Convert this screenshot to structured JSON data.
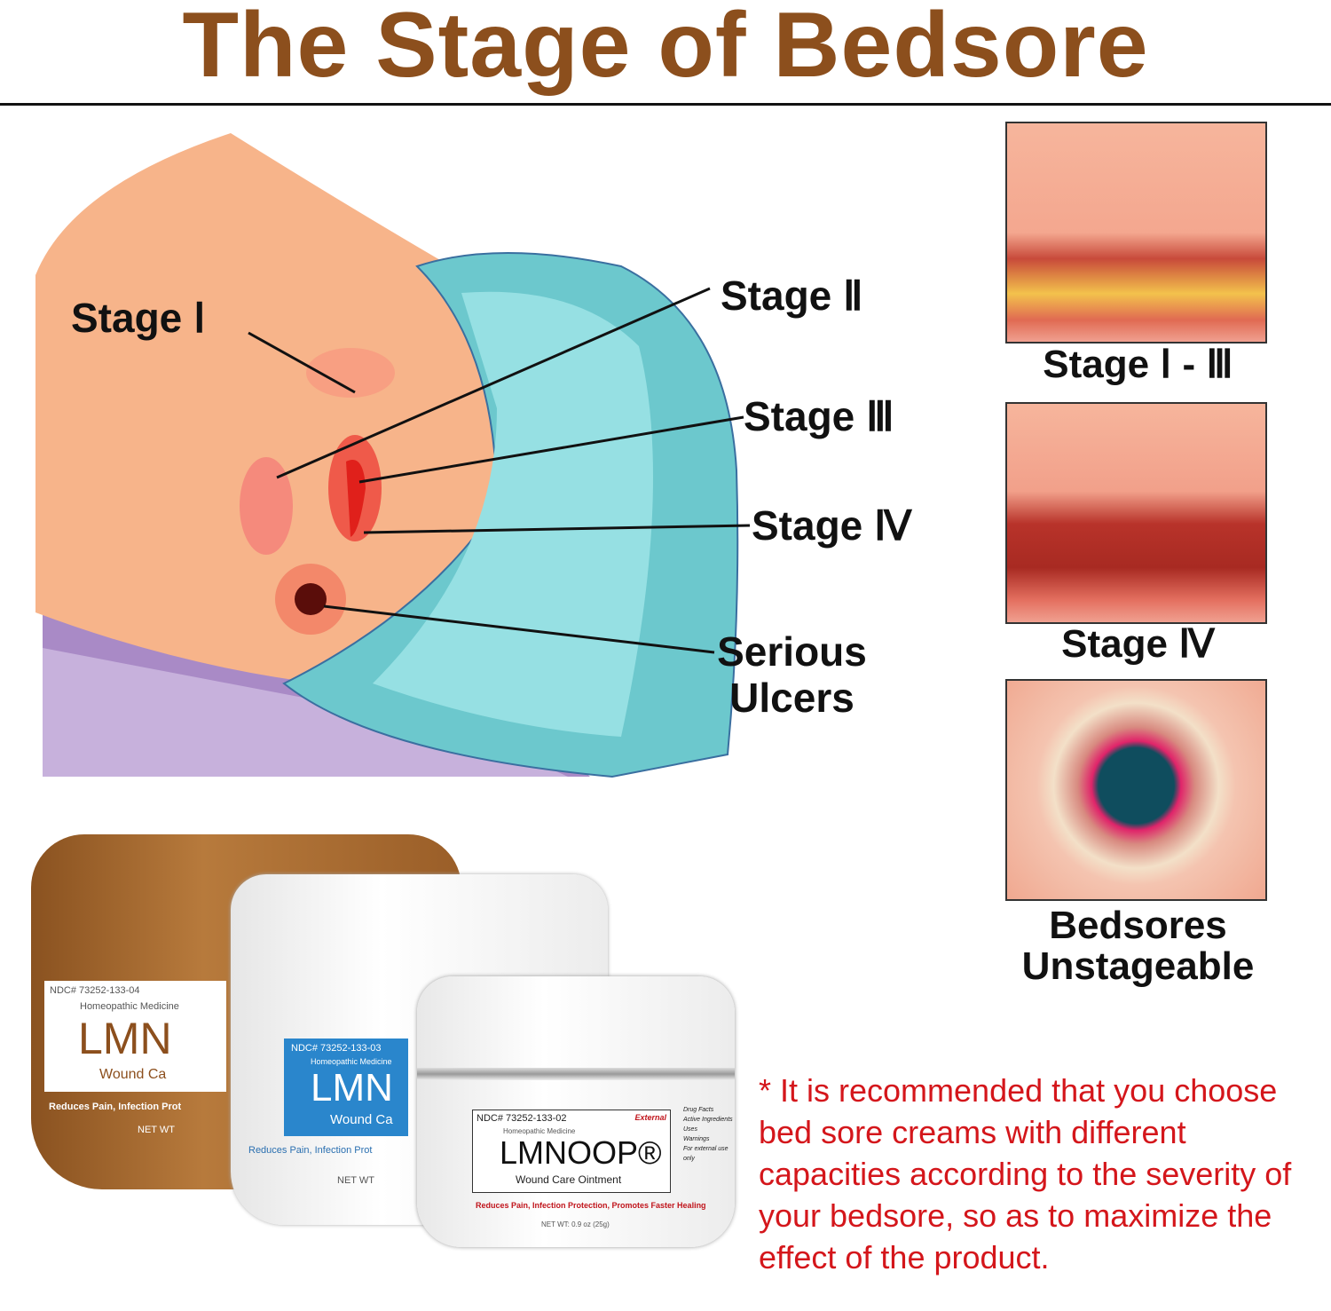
{
  "title": "The Stage of Bedsore",
  "illustration": {
    "labels": {
      "stage1": "Stage Ⅰ",
      "stage2": "Stage Ⅱ",
      "stage3": "Stage Ⅲ",
      "stage4": "Stage Ⅳ",
      "serious_line1": "Serious",
      "serious_line2": "Ulcers"
    }
  },
  "panels": [
    {
      "label": "Stage Ⅰ - Ⅲ"
    },
    {
      "label": "Stage Ⅳ"
    },
    {
      "label_line1": "Bedsores",
      "label_line2": "Unstageable"
    }
  ],
  "jars": {
    "large": {
      "ndc": "NDC# 73252-133-04",
      "subtitle": "Homeopathic Medicine",
      "brand": "LMN",
      "product": "Wound Ca",
      "tagline": "Reduces Pain, Infection Prot",
      "netwt": "NET WT",
      "color": "#a8692f"
    },
    "medium": {
      "ndc": "NDC# 73252-133-03",
      "subtitle": "Homeopathic Medicine",
      "brand": "LMN",
      "product": "Wound Ca",
      "tagline": "Reduces Pain, Infection Prot",
      "netwt": "NET WT",
      "color": "#2a86cc"
    },
    "small": {
      "ndc": "NDC# 73252-133-02",
      "external": "External",
      "subtitle": "Homeopathic Medicine",
      "brand": "LMNOOP®",
      "product": "Wound Care Ointment",
      "tagline": "Reduces Pain, Infection Protection, Promotes Faster Healing",
      "netwt": "NET WT: 0.9 oz (25g)",
      "facts": [
        "Drug Facts",
        "Active Ingredients",
        "Uses",
        "Warnings",
        "For external use only"
      ]
    }
  },
  "note": "* It is recommended that you choose bed sore creams with different capacities according to the severity of your bedsore, so as to maximize the effect of the product.",
  "colors": {
    "title": "#8c4f1d",
    "note": "#d4161b"
  }
}
